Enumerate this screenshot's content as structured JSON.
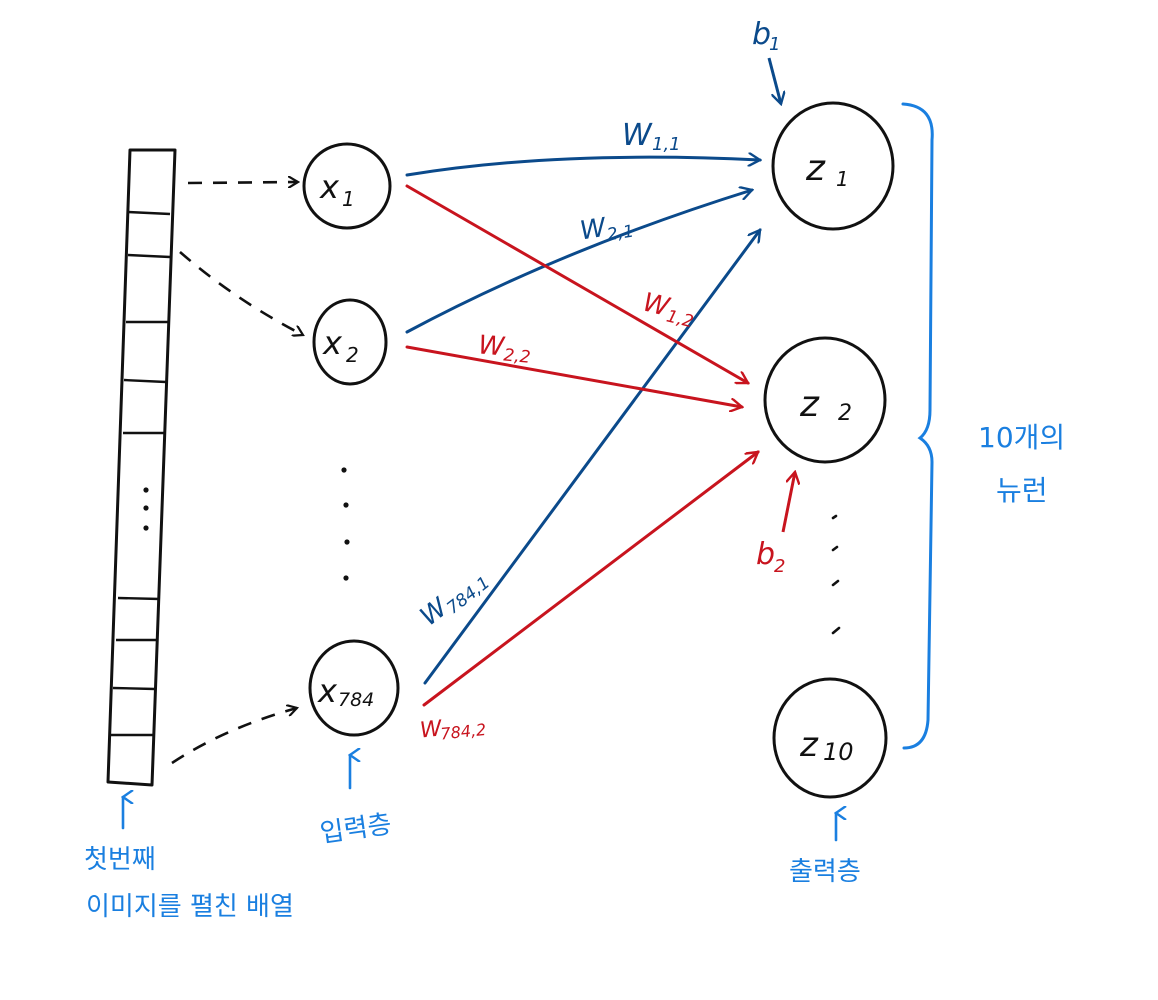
{
  "colors": {
    "ink": "#111111",
    "weight_to_z1": "#0b4a8b",
    "weight_to_z2": "#c8141e",
    "annotation": "#1a7fe0"
  },
  "input_nodes": [
    "x1",
    "x2",
    "x784"
  ],
  "input_label_parts": [
    {
      "base": "x",
      "sub": "1"
    },
    {
      "base": "x",
      "sub": "2"
    },
    {
      "base": "x",
      "sub": "784"
    }
  ],
  "output_nodes": [
    {
      "base": "z",
      "sub": "1"
    },
    {
      "base": "z",
      "sub": "2"
    },
    {
      "base": "z",
      "sub": "10"
    }
  ],
  "weights": {
    "w11": {
      "base": "W",
      "sub": "1,1"
    },
    "w21": {
      "base": "W",
      "sub": "2,1"
    },
    "w12": {
      "base": "W",
      "sub": "1,2"
    },
    "w22": {
      "base": "W",
      "sub": "2,2"
    },
    "w784_1": {
      "base": "W",
      "sub": "784,1"
    },
    "w784_2": {
      "base": "W",
      "sub": "784,2"
    }
  },
  "biases": {
    "b1": {
      "base": "b",
      "sub": "1"
    },
    "b2": {
      "base": "b",
      "sub": "2"
    }
  },
  "annotations": {
    "flattened_array_line1": "첫번째",
    "flattened_array_line2": "이미지를 펼친 배열",
    "input_layer": "입력층",
    "output_layer": "출력층",
    "neurons_line1": "10개의",
    "neurons_line2": "뉴런"
  }
}
